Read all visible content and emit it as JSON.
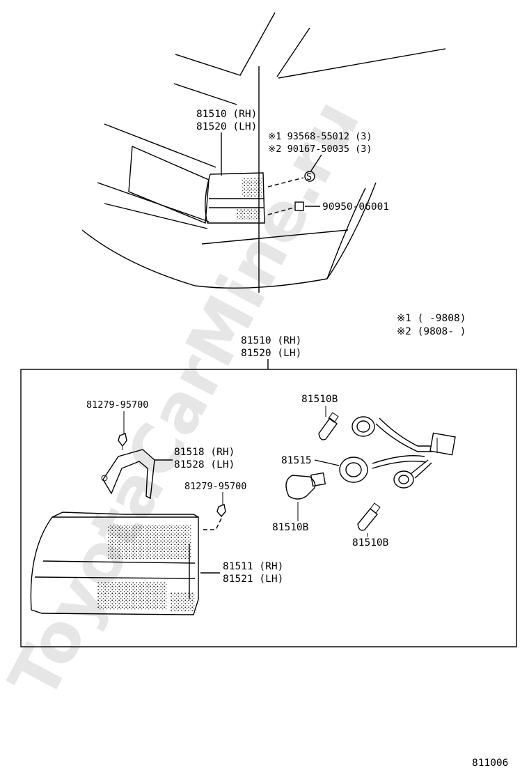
{
  "watermark": "ToyotaCarMine.ru",
  "top_assembly": {
    "part_rh": "81510 (RH)",
    "part_lh": "81520 (LH)"
  },
  "fasteners": {
    "note1_line": "※1  93568-55012 (3)",
    "note2_line": "※2  90167-50035 (3)",
    "clip_part": "90950-06001",
    "clip_symbol": "S"
  },
  "legend": {
    "note1": "※1 (     -9808)",
    "note2": "※2 (9808-     )"
  },
  "detail_box": {
    "title_rh": "81510 (RH)",
    "title_lh": "81520 (LH)"
  },
  "parts": {
    "screw_upper": "81279-95700",
    "screw_lower": "81279-95700",
    "cover_rh": "81518 (RH)",
    "cover_lh": "81528 (LH)",
    "lens_rh": "81511 (RH)",
    "lens_lh": "81521 (LH)",
    "socket": "81515",
    "bulb_top": "81510B",
    "bulb_left": "81510B",
    "bulb_right": "81510B"
  },
  "page_code": "811006"
}
